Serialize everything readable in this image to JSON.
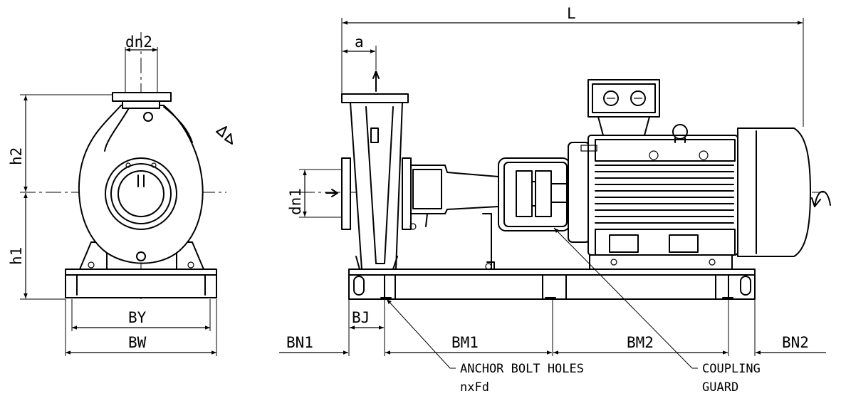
{
  "dimensions": {
    "dn2": "dn2",
    "h2": "h2",
    "h1": "h1",
    "BY": "BY",
    "BW": "BW",
    "L": "L",
    "a": "a",
    "dn1": "dn1",
    "BJ": "BJ",
    "BN1": "BN1",
    "BM1": "BM1",
    "BM2": "BM2",
    "BN2": "BN2"
  },
  "callouts": {
    "anchor_line1": "ANCHOR BOLT HOLES",
    "anchor_line2": "nxFd",
    "coupling_line1": "COUPLING",
    "coupling_line2": "GUARD"
  }
}
